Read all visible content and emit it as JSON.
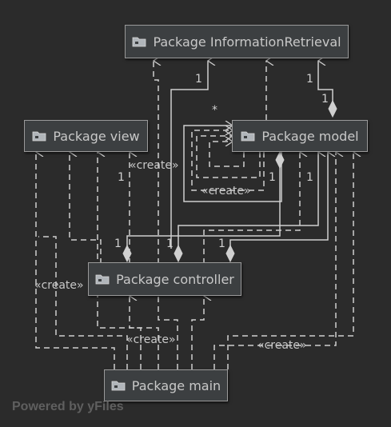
{
  "nodes": {
    "info": "Package InformationRetrieval",
    "view": "Package view",
    "model": "Package model",
    "controller": "Package controller",
    "main": "Package main"
  },
  "labels": {
    "create": "«create»"
  },
  "multiplicities": {
    "one": "1",
    "many": "*"
  },
  "watermark": "Powered by yFiles",
  "colors": {
    "background": "#2b2b2b",
    "node_fill": "#3c3f41",
    "node_border": "#9a9a9a",
    "edge": "#d0d0d0",
    "text": "#c8c8c8"
  }
}
